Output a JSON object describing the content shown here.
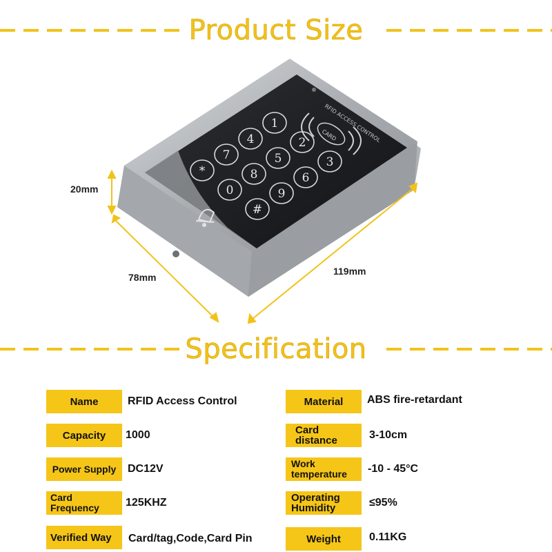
{
  "headings": {
    "product_size": "Product Size",
    "specification": "Specification"
  },
  "dimensions": {
    "height": "20mm",
    "width": "78mm",
    "length": "119mm"
  },
  "device": {
    "label": "RFID ACCESS CONTROL",
    "card_text": "CARD",
    "keys": [
      "1",
      "2",
      "3",
      "4",
      "5",
      "6",
      "7",
      "8",
      "9",
      "*",
      "0",
      "#"
    ],
    "icons": [
      "bell-icon",
      "rfid-wave-icon"
    ]
  },
  "colors": {
    "accent": "#f1c21b",
    "label_bg": "#f5c518",
    "device_face": "#1a1c1f",
    "device_body": "#b8bcc0"
  },
  "specs": [
    {
      "label": "Name",
      "value": "RFID Access Control"
    },
    {
      "label": "Material",
      "value": "ABS fire-retardant"
    },
    {
      "label": "Capacity",
      "value": "1000"
    },
    {
      "label": "Card distance",
      "value": "3-10cm"
    },
    {
      "label": "Power Supply",
      "value": "DC12V"
    },
    {
      "label": "Work temperature",
      "value": "-10 - 45°C"
    },
    {
      "label": "Card Frequency",
      "value": "125KHZ"
    },
    {
      "label": "Operating Humidity",
      "value": "≤95%"
    },
    {
      "label": "Verified Way",
      "value": "Card/tag,Code,Card Pin"
    },
    {
      "label": "Weight",
      "value": "0.11KG"
    }
  ]
}
